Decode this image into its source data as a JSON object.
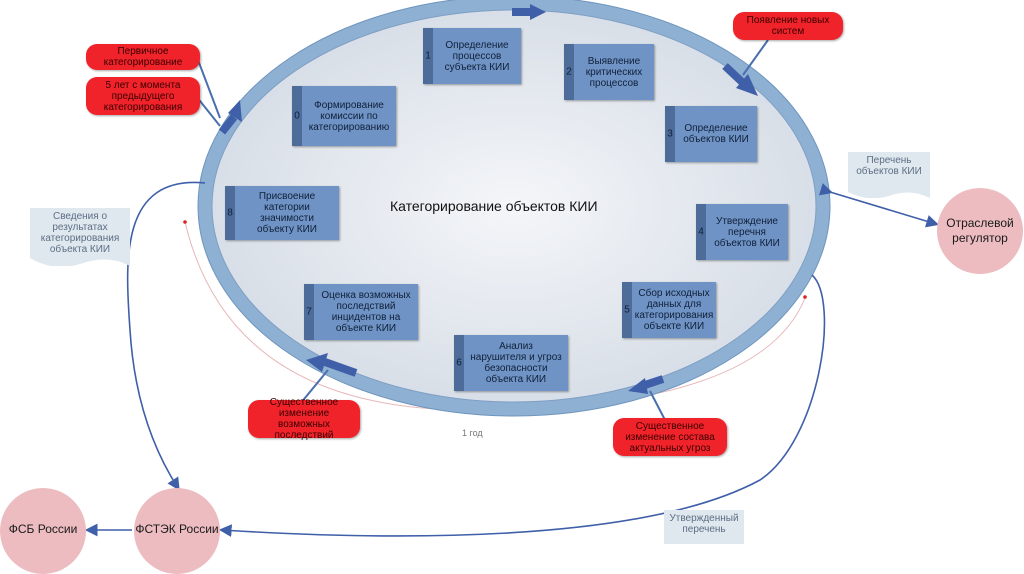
{
  "title": "Категорирование объектов КИИ",
  "steps": [
    {
      "num": "0",
      "label": "Формирование комиссии по категорированию"
    },
    {
      "num": "1",
      "label": "Определение процессов субъекта КИИ"
    },
    {
      "num": "2",
      "label": "Выявление критических процессов"
    },
    {
      "num": "3",
      "label": "Определение объектов КИИ"
    },
    {
      "num": "4",
      "label": "Утверждение перечня объектов КИИ"
    },
    {
      "num": "5",
      "label": "Сбор исходных данных для категорирования объекте КИИ"
    },
    {
      "num": "6",
      "label": "Анализ нарушителя и угроз безопасности объекта КИИ"
    },
    {
      "num": "7",
      "label": "Оценка возможных последствий инцидентов на объекте КИИ"
    },
    {
      "num": "8",
      "label": "Присвоение категории значимости объекту КИИ"
    }
  ],
  "triggers": {
    "primary": "Первичное категорирование",
    "five_years": "5 лет с момента предыдущего категорирования",
    "new_systems": "Появление новых систем",
    "threat_change": "Существенное изменение состава актуальных угроз",
    "consequence_change": "Существенное изменение возможных последствий"
  },
  "entities": {
    "regulator": "Отраслевой регулятор",
    "fstek": "ФСТЭК России",
    "fsb": "ФСБ России"
  },
  "documents": {
    "objects_list": "Перечень объектов КИИ",
    "results": "Сведения о результатах категорирования объекта КИИ",
    "approved_list": "Утвержденный перечень"
  },
  "period": "1 год",
  "colors": {
    "ring": "#8eb0d2",
    "step_box": "#6f93c4",
    "trigger": "#f0222a",
    "entity": "#ecbcc0",
    "arrow": "#3f5fa8"
  }
}
